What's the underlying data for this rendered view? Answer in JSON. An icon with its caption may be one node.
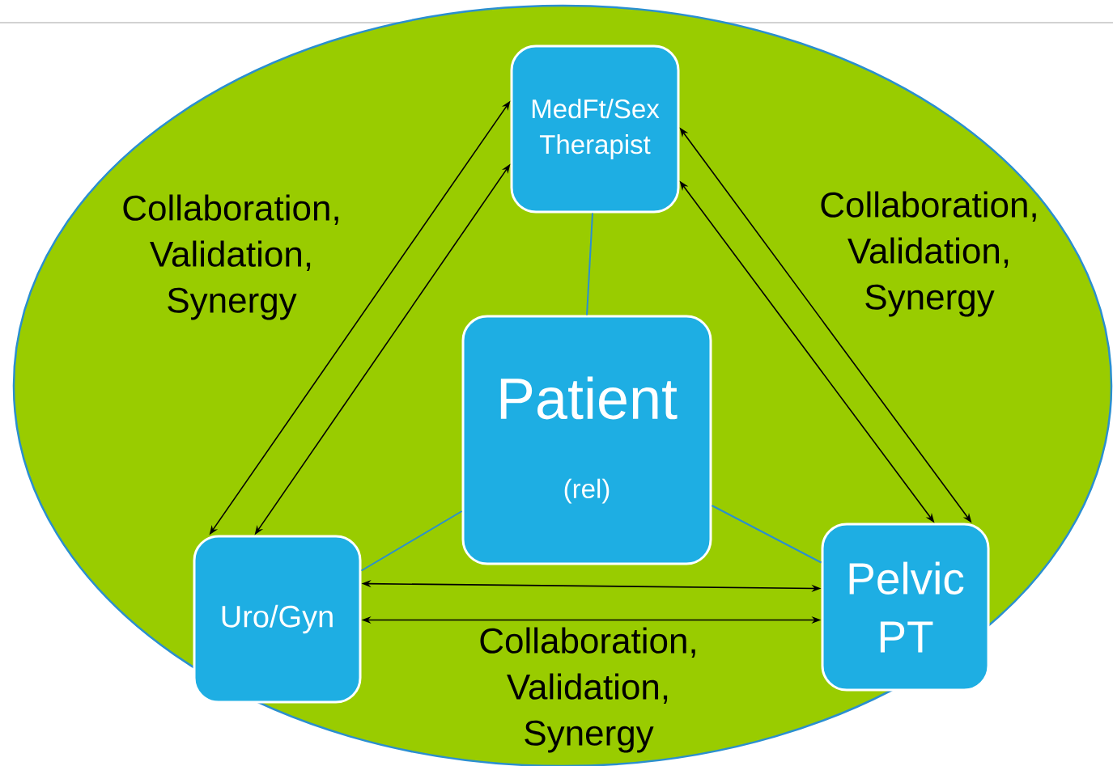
{
  "diagram": {
    "nodes": [
      {
        "text": [
          "MedFt/Sex Therapist"
        ]
      },
      {
        "text": [
          "Patient",
          "(rel)"
        ]
      },
      {
        "text": [
          "Uro/Gyn"
        ]
      },
      {
        "text": [
          "Pelvic PT"
        ]
      }
    ],
    "edges": [
      {
        "from": 1,
        "to": 0,
        "arrow": "none",
        "color": "#2a8fd0"
      },
      {
        "from": 1,
        "to": 2,
        "arrow": "none",
        "color": "#2a8fd0"
      },
      {
        "from": 1,
        "to": 3,
        "arrow": "none",
        "color": "#2a8fd0"
      },
      {
        "from": 0,
        "to": 2,
        "arrow": "both"
      },
      {
        "from": 0,
        "to": 2,
        "arrow": "both"
      },
      {
        "from": 0,
        "to": 3,
        "arrow": "both"
      },
      {
        "from": 0,
        "to": 3,
        "arrow": "both"
      },
      {
        "from": 2,
        "to": 3,
        "arrow": "both"
      },
      {
        "from": 2,
        "to": 3,
        "arrow": "both"
      }
    ],
    "labels": [
      "Collaboration, Validation, Synergy",
      "Collaboration, Validation, Synergy",
      "Collaboration, Validation, Synergy"
    ]
  }
}
